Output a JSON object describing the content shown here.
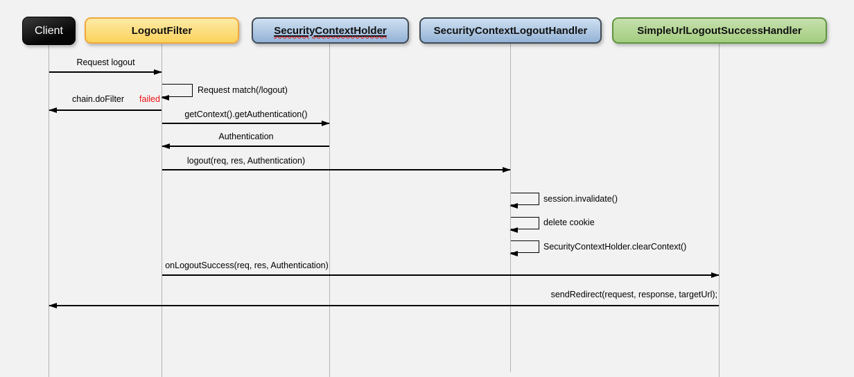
{
  "diagram": {
    "type": "sequence",
    "actors": [
      {
        "id": "client",
        "label": "Client",
        "color_style": "black"
      },
      {
        "id": "logout-filter",
        "label": "LogoutFilter",
        "color_style": "orange"
      },
      {
        "id": "security-context-holder",
        "label": "SecurityContextHolder",
        "color_style": "blue",
        "spellcheck_squiggle": true
      },
      {
        "id": "security-context-logout-handler",
        "label": "SecurityContextLogoutHandler",
        "color_style": "blue"
      },
      {
        "id": "simple-url-logout-success-handler",
        "label": "SimpleUrlLogoutSuccessHandler",
        "color_style": "green"
      }
    ],
    "messages": [
      {
        "from": "Client",
        "to": "LogoutFilter",
        "kind": "call",
        "label": "Request logout"
      },
      {
        "from": "LogoutFilter",
        "to": "LogoutFilter",
        "kind": "self",
        "label": "Request match(/logout)"
      },
      {
        "from": "LogoutFilter",
        "to": "Client",
        "kind": "return",
        "label": "chain.doFilter",
        "suffix": "failed",
        "suffix_color": "#ee1111"
      },
      {
        "from": "LogoutFilter",
        "to": "SecurityContextHolder",
        "kind": "call",
        "label": "getContext().getAuthentication()"
      },
      {
        "from": "SecurityContextHolder",
        "to": "LogoutFilter",
        "kind": "return",
        "label": "Authentication"
      },
      {
        "from": "LogoutFilter",
        "to": "SecurityContextLogoutHandler",
        "kind": "call",
        "label": "logout(req, res, Authentication)"
      },
      {
        "from": "SecurityContextLogoutHandler",
        "to": "SecurityContextLogoutHandler",
        "kind": "self",
        "label": "session.invalidate()"
      },
      {
        "from": "SecurityContextLogoutHandler",
        "to": "SecurityContextLogoutHandler",
        "kind": "self",
        "label": "delete cookie"
      },
      {
        "from": "SecurityContextLogoutHandler",
        "to": "SecurityContextLogoutHandler",
        "kind": "self",
        "label": "SecurityContextHolder.clearContext()"
      },
      {
        "from": "LogoutFilter",
        "to": "SimpleUrlLogoutSuccessHandler",
        "kind": "call",
        "label": "onLogoutSuccess(req, res, Authentication)"
      },
      {
        "from": "SimpleUrlLogoutSuccessHandler",
        "to": "Client",
        "kind": "return",
        "label": "sendRedirect(request, response, targetUrl);"
      }
    ],
    "colors": {
      "background": "#f2f2f2",
      "client_box": "#0d0d0d",
      "orange_fill_top": "#fdeaa6",
      "orange_fill_bottom": "#fbd35c",
      "orange_border": "#f0a93c",
      "blue_fill_top": "#cfe0f1",
      "blue_fill_bottom": "#93b2d6",
      "blue_border": "#3f4a54",
      "green_fill_top": "#c6e0ad",
      "green_fill_bottom": "#a3cd80",
      "green_border": "#5f9441",
      "failed_text": "#ee1111",
      "lifeline": "#b3b3b3",
      "arrow": "#000000"
    }
  }
}
